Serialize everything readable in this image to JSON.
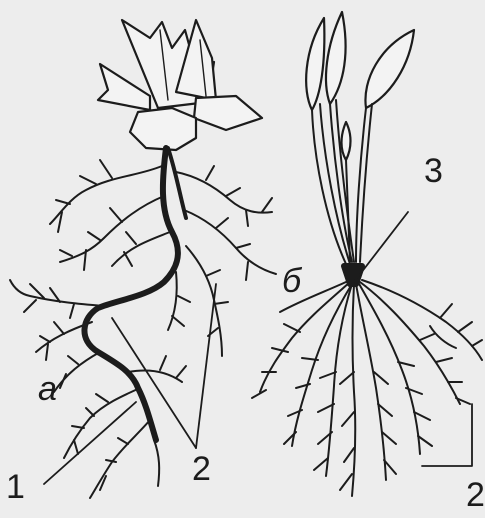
{
  "labels": {
    "root_a": "а",
    "root_b": "б",
    "taproot_number": "1",
    "lateral_left_number": "2",
    "stem_number": "3",
    "lateral_right_number": "2"
  },
  "colors": {
    "ink": "#1c1c1c",
    "paper": "#ededed"
  }
}
